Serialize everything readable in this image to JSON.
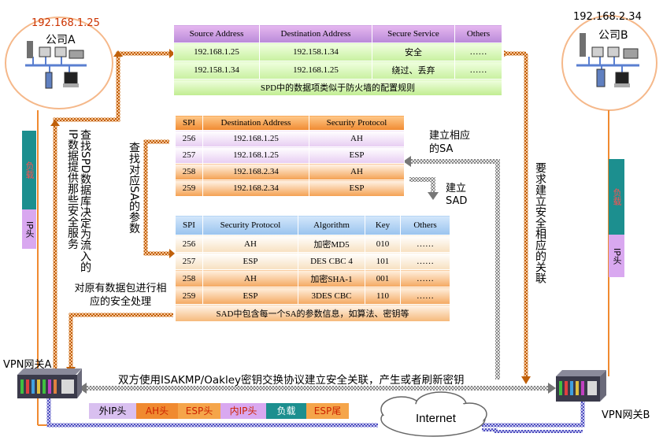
{
  "company_a": {
    "ip": "192.168.1.25",
    "name": "公司A"
  },
  "company_b": {
    "ip": "192.168.2.34",
    "name": "公司B"
  },
  "spd": {
    "headers": [
      "Source Address",
      "Destination Address",
      "Secure Service",
      "Others"
    ],
    "rows": [
      [
        "192.168.1.25",
        "192.158.1.34",
        "安全",
        "……"
      ],
      [
        "192.158.1.34",
        "192.168.1.25",
        "绕过、丢弃",
        "……"
      ]
    ],
    "caption": "SPD中的数据项类似于防火墙的配置规则"
  },
  "sa_table": {
    "headers": [
      "SPI",
      "Destination Address",
      "Security Protocol"
    ],
    "rows": [
      [
        "256",
        "192.168.1.25",
        "AH"
      ],
      [
        "257",
        "192.168.1.25",
        "ESP"
      ],
      [
        "258",
        "192.168.2.34",
        "AH"
      ],
      [
        "259",
        "192.168.2.34",
        "ESP"
      ]
    ]
  },
  "sad": {
    "headers": [
      "SPI",
      "Security Protocol",
      "Algorithm",
      "Key",
      "Others"
    ],
    "rows": [
      [
        "256",
        "AH",
        "加密MD5",
        "010",
        "……"
      ],
      [
        "257",
        "ESP",
        "DES CBC 4",
        "101",
        "……"
      ],
      [
        "258",
        "AH",
        "加密SHA-1",
        "001",
        "……"
      ],
      [
        "259",
        "ESP",
        "3DES CBC",
        "110",
        "……"
      ]
    ],
    "caption": "SAD中包含每一个SA的参数信息，如算法、密钥等"
  },
  "labels": {
    "query_spd": "查找SPD数据库决定为流入的IP数据提供那些安全服务",
    "query_sa": "查找对应SA的参数",
    "build_sa_1": "建立相应的SA",
    "build_sa_2": "建立SAD",
    "require_sa": "要求建立安全相应的关联",
    "process_packet": "对原有数据包进行相应的安全处理",
    "isakmp": "双方使用ISAKMP/Oakley密钥交换协议建立安全关联，产生或者刷新密钥",
    "internet": "Internet",
    "gateway_a": "VPN网关A",
    "gateway_b": "VPN网关B"
  },
  "left_stack": {
    "payload": "负载",
    "iphdr": "IP头"
  },
  "right_stack": {
    "payload": "负载",
    "iphdr": "IP头"
  },
  "packet_segments": [
    "外IP头",
    "AH头",
    "ESP头",
    "内IP头",
    "负载",
    "ESP尾"
  ],
  "colors": {
    "orange": "#f08a30",
    "teal": "#1c8f8f",
    "purple": "#d9a8f0",
    "ring": "#f5b88a"
  }
}
